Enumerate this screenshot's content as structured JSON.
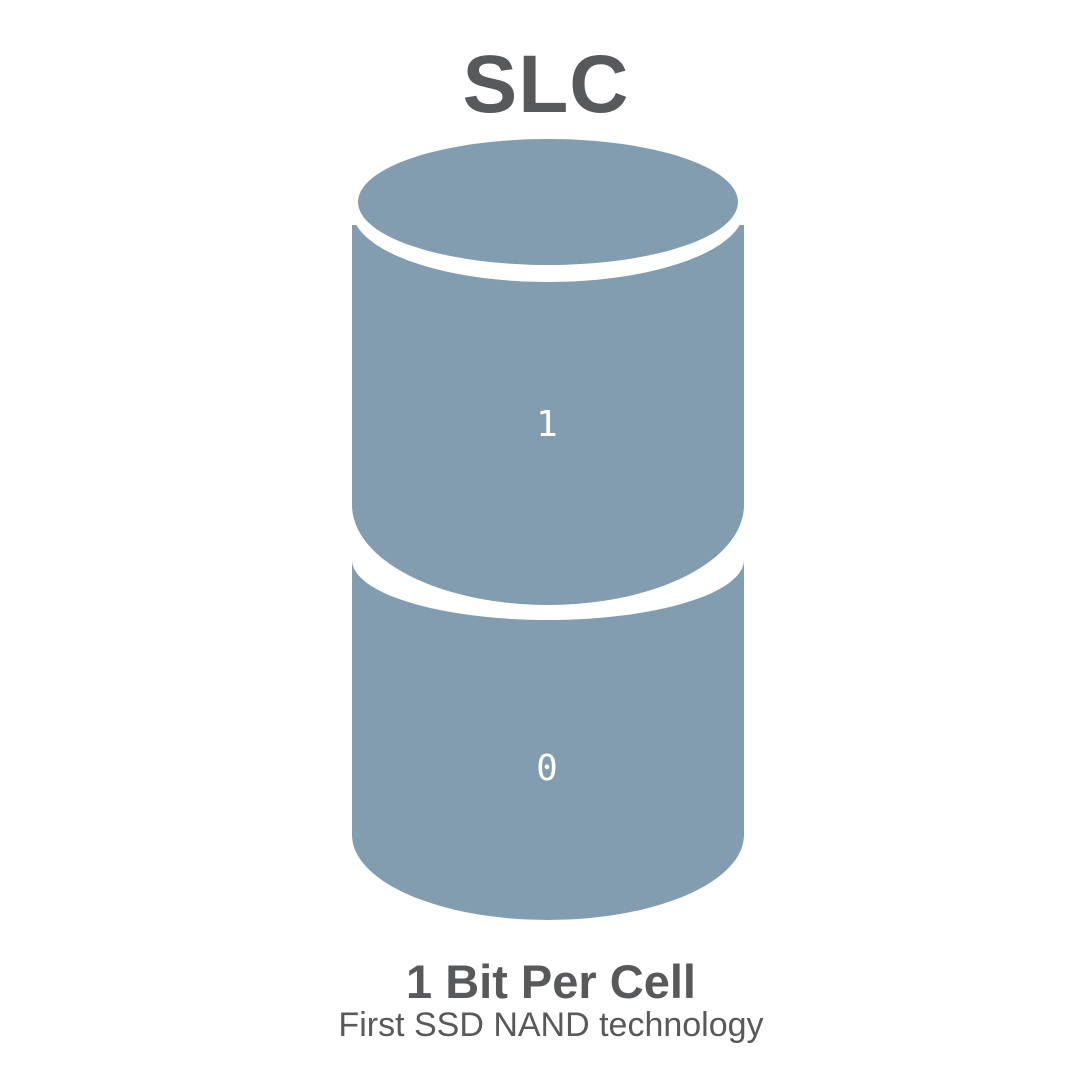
{
  "title": "SLC",
  "cell": {
    "fill_color": "#839db0",
    "background_color": "#ffffff",
    "levels": [
      {
        "position": "upper",
        "bit": "1"
      },
      {
        "position": "lower",
        "bit": "0"
      }
    ]
  },
  "caption": {
    "main": "1 Bit Per Cell",
    "sub": "First SSD NAND technology"
  },
  "text_color": "#58595b"
}
